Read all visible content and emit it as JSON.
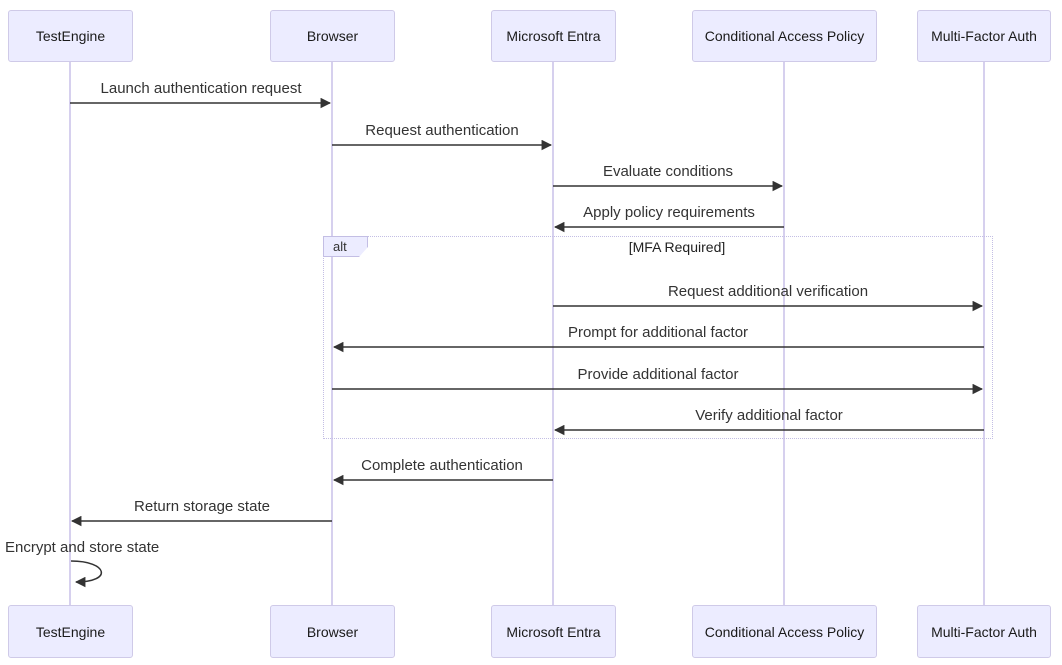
{
  "diagram": {
    "kind": "sequence-diagram",
    "participants": [
      {
        "name": "TestEngine"
      },
      {
        "name": "Browser"
      },
      {
        "name": "Microsoft Entra"
      },
      {
        "name": "Conditional Access Policy"
      },
      {
        "name": "Multi-Factor Auth"
      }
    ],
    "messages": [
      {
        "from": "TestEngine",
        "to": "Browser",
        "label": "Launch authentication request"
      },
      {
        "from": "Browser",
        "to": "Microsoft Entra",
        "label": "Request authentication"
      },
      {
        "from": "Microsoft Entra",
        "to": "Conditional Access Policy",
        "label": "Evaluate conditions"
      },
      {
        "from": "Conditional Access Policy",
        "to": "Microsoft Entra",
        "label": "Apply policy requirements"
      },
      {
        "from": "Microsoft Entra",
        "to": "Multi-Factor Auth",
        "label": "Request additional verification"
      },
      {
        "from": "Multi-Factor Auth",
        "to": "Browser",
        "label": "Prompt for additional factor"
      },
      {
        "from": "Browser",
        "to": "Multi-Factor Auth",
        "label": "Provide additional factor"
      },
      {
        "from": "Multi-Factor Auth",
        "to": "Microsoft Entra",
        "label": "Verify additional factor"
      },
      {
        "from": "Microsoft Entra",
        "to": "Browser",
        "label": "Complete authentication"
      },
      {
        "from": "Browser",
        "to": "TestEngine",
        "label": "Return storage state"
      },
      {
        "from": "TestEngine",
        "to": "TestEngine",
        "label": "Encrypt and store state",
        "self": true
      }
    ],
    "alt_frame": {
      "operator": "alt",
      "condition": "[MFA Required]",
      "contains": [
        "Request additional verification",
        "Prompt for additional factor",
        "Provide additional factor",
        "Verify additional factor"
      ]
    },
    "colors": {
      "background": "#ffffff",
      "actor_fill": "#ECECFF",
      "actor_border": "#cfcae8",
      "lifeline": "#d6d0ee",
      "arrow": "#333333",
      "text": "#333333",
      "frame_border": "#c3bee4"
    }
  }
}
